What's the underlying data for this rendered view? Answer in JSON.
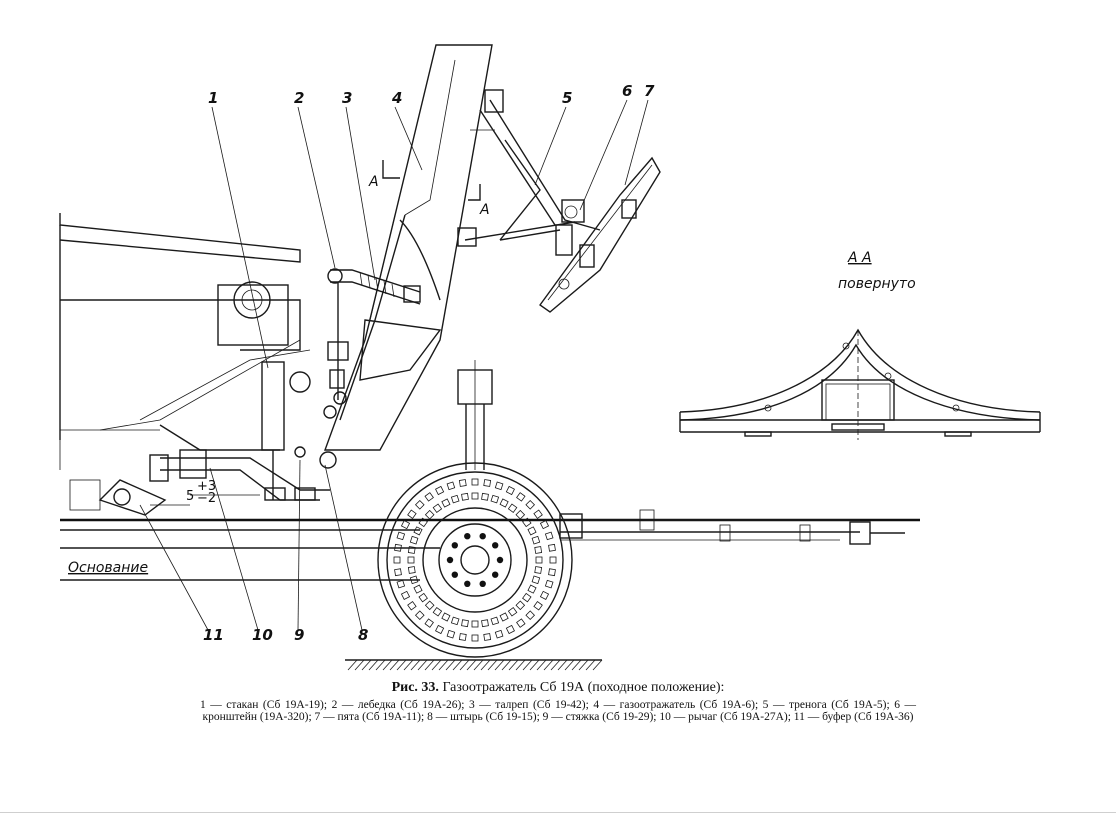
{
  "diagram": {
    "callouts": [
      "1",
      "2",
      "3",
      "4",
      "5",
      "6",
      "7",
      "8",
      "9",
      "10",
      "11"
    ],
    "section_marks": [
      "A",
      "A"
    ],
    "section_title": "А  А",
    "section_note": "повернуто",
    "dimension": "5",
    "dimension_tol_top": "+3",
    "dimension_tol_bottom": "−2",
    "base_label": "Основание"
  },
  "caption": {
    "figure_number": "Рис. 33.",
    "title": "Газоотражатель Сб 19А (походное положение):",
    "legend": "1 — стакан (Сб 19А-19); 2 — лебедка (Сб 19А-26); 3 — талреп (Сб 19-42); 4 — газоотражатель (Сб 19А-6); 5 — тренога (Сб 19А-5); 6 — кронштейн (19А-320); 7 — пята (Сб 19А-11); 8 — штырь (Сб 19-15); 9 — стяжка (Сб 19-29); 10 — рычаг (Сб 19А-27А); 11 — буфер (Сб 19А-36)"
  }
}
